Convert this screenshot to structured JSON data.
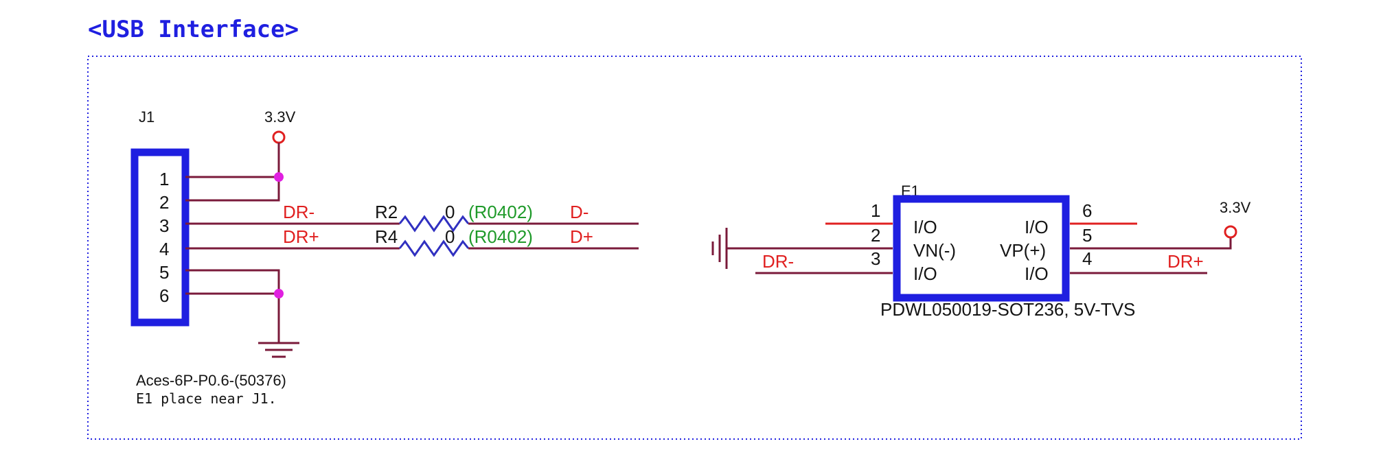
{
  "title": "<USB  Interface>",
  "connector": {
    "ref": "J1",
    "part": "Aces-6P-P0.6-(50376)",
    "pins": [
      "1",
      "2",
      "3",
      "4",
      "5",
      "6"
    ],
    "note": "E1 place near J1."
  },
  "power_label_left": "3.3V",
  "power_label_right": "3.3V",
  "nets": {
    "dr_minus": "DR-",
    "dr_plus": "DR+",
    "d_minus": "D-",
    "d_plus": "D+",
    "dr_minus_right": "DR-",
    "dr_plus_right": "DR+"
  },
  "resistors": [
    {
      "ref": "R2",
      "value": "0",
      "package": "(R0402)"
    },
    {
      "ref": "R4",
      "value": "0",
      "package": "(R0402)"
    }
  ],
  "tvs": {
    "ref": "E1",
    "part": "PDWL050019-SOT236, 5V-TVS",
    "left_pins": [
      {
        "num": "1",
        "name": "I/O"
      },
      {
        "num": "2",
        "name": "VN(-)"
      },
      {
        "num": "3",
        "name": "I/O"
      }
    ],
    "right_pins": [
      {
        "num": "6",
        "name": "I/O"
      },
      {
        "num": "5",
        "name": "VP(+)"
      },
      {
        "num": "4",
        "name": "I/O"
      }
    ]
  },
  "colors": {
    "title": "#1f1fe0",
    "outline": "#1f1fe0",
    "net": "#e02020",
    "wire": "#7a1a3a",
    "junction": "#e020e0",
    "package": "#1f9a2a"
  }
}
